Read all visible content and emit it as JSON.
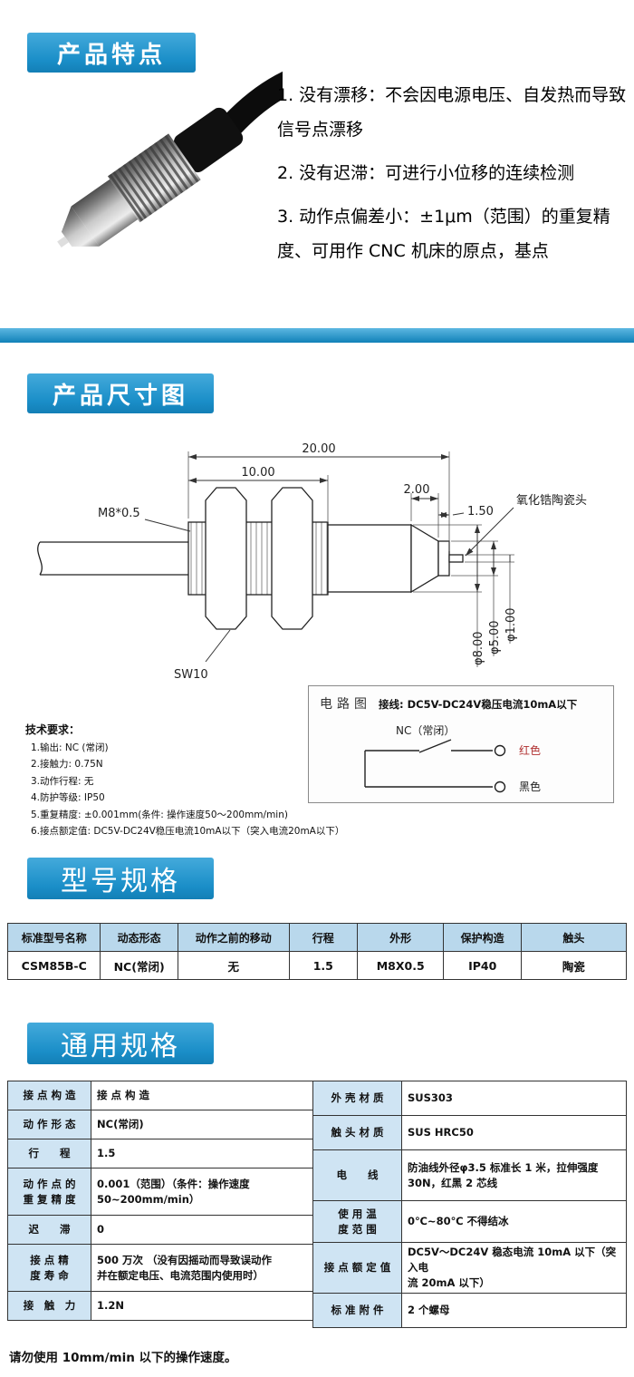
{
  "features": {
    "title": "产品特点",
    "items": [
      "1. 没有漂移：不会因电源电压、自发热而导致信号点漂移",
      "2. 没有迟滞：可进行小位移的连续检测",
      "3. 动作点偏差小：±1μm（范围）的重复精度、可用作 CNC 机床的原点，基点"
    ]
  },
  "dimension_section": {
    "title": "产品尺寸图",
    "dims": {
      "d20": "20.00",
      "d10": "10.00",
      "d2": "2.00",
      "d15": "1.50",
      "thread": "M8*0.5",
      "sw": "SW10",
      "dia8": "φ8.00",
      "dia5": "φ5.00",
      "dia1": "φ1.00",
      "tip": "氧化锆陶瓷头"
    }
  },
  "circuit": {
    "title": "电路图",
    "wiring": "接线:  DC5V-DC24V稳压电流10mA以下",
    "nc": "NC（常闭）",
    "red": "红色",
    "black": "黑色"
  },
  "tech_requirements": {
    "title": "技术要求：",
    "items": [
      "1.输出:  NC (常闭)",
      "2.接触力:  0.75N",
      "3.动作行程: 无",
      "4.防护等级:  IP50",
      "5.重复精度:  ±0.001mm(条件: 操作速度50～200mm/min)",
      "6.接点额定值:  DC5V-DC24V稳压电流10mA以下（突入电流20mA以下）"
    ]
  },
  "model_section": {
    "title": "型号规格",
    "headers": [
      "标准型号名称",
      "动态形态",
      "动作之前的移动",
      "行程",
      "外形",
      "保护构造",
      "触头"
    ],
    "row": [
      "CSM85B-C",
      "NC(常闭)",
      "无",
      "1.5",
      "M8X0.5",
      "IP40",
      "陶瓷"
    ]
  },
  "general_section": {
    "title": "通用规格",
    "left_rows": [
      {
        "label": "接 点 构 造",
        "value": "接  点  构  造"
      },
      {
        "label": "动 作 形 态",
        "value": "NC(常闭)"
      },
      {
        "label": "行　　程",
        "value": "1.5"
      },
      {
        "label": "动 作 点 的\n重 复 精 度",
        "value": "0.001（范围）（条件：操作速度\n50~200mm/min）"
      },
      {
        "label": "迟　　滞",
        "value": "0"
      },
      {
        "label": "接  点  精\n度  寿  命",
        "value": "500 万次 （没有因摇动而导致误动作\n并在额定电压、电流范围内使用时）"
      },
      {
        "label": "接　触　力",
        "value": "1.2N"
      }
    ],
    "right_rows": [
      {
        "label": "外 壳 材 质",
        "value": "SUS303"
      },
      {
        "label": "触 头 材 质",
        "value": "SUS HRC50"
      },
      {
        "label": "电　　线",
        "value": "防油线外径φ3.5 标准长 1 米，拉伸强度\n30N，红黑 2 芯线"
      },
      {
        "label": "使 用 温\n度 范 围",
        "value": "0℃~80℃ 不得结冰"
      },
      {
        "label": "接 点 额 定 值",
        "value": "DC5V～DC24V 稳态电流 10mA 以下（突入电\n流 20mA 以下）"
      },
      {
        "label": "标 准 附 件",
        "value": "2 个螺母"
      }
    ]
  },
  "footer_note": "请勿使用 10mm/min 以下的操作速度。"
}
